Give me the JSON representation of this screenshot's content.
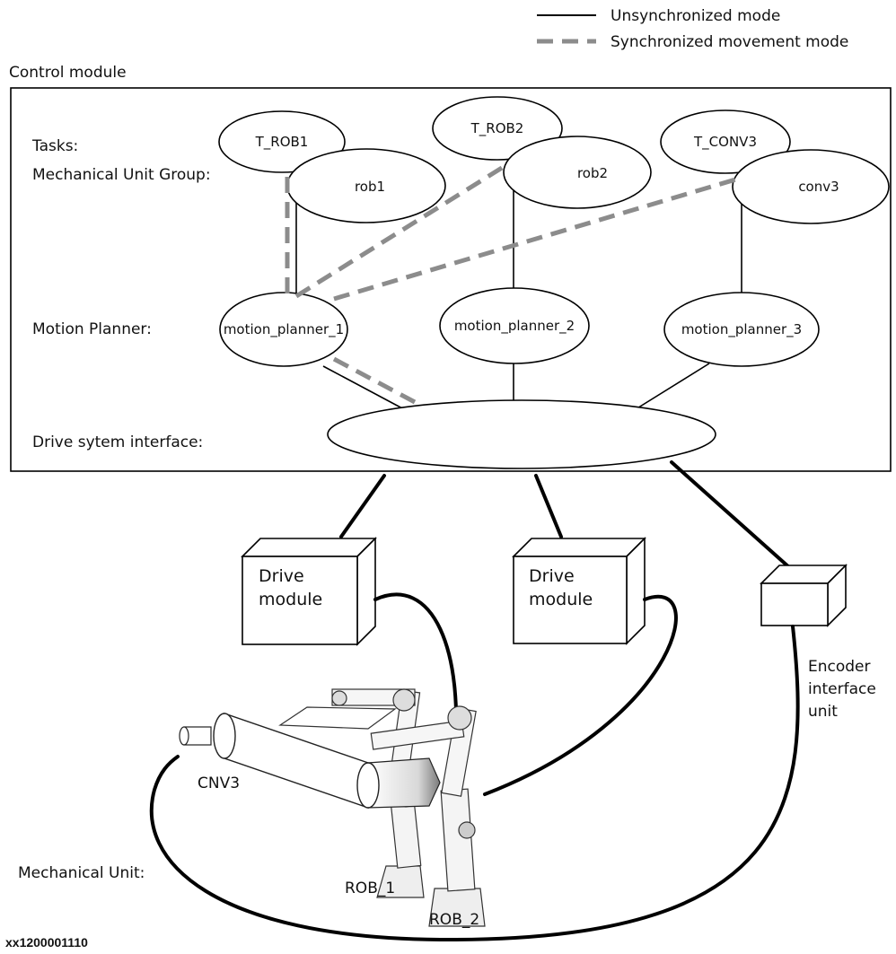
{
  "legend": {
    "unsync": "Unsynchronized mode",
    "sync": "Synchronized movement mode"
  },
  "control_module": {
    "title": "Control module",
    "row_labels": {
      "tasks": "Tasks:",
      "group": "Mechanical Unit Group:",
      "planner": "Motion Planner:",
      "drive": "Drive sytem interface:"
    },
    "tasks": [
      "T_ROB1",
      "T_ROB2",
      "T_CONV3"
    ],
    "groups": [
      "rob1",
      "rob2",
      "conv3"
    ],
    "planners": [
      "motion_planner_1",
      "motion_planner_2",
      "motion_planner_3"
    ]
  },
  "hardware": {
    "drive_module_1": [
      "Drive",
      "module"
    ],
    "drive_module_2": [
      "Drive",
      "module"
    ],
    "encoder": [
      "Encoder",
      "interface",
      "unit"
    ]
  },
  "mechanical": {
    "label": "Mechanical Unit:",
    "conveyor": "CNV3",
    "rob1": "ROB_1",
    "rob2": "ROB_2"
  },
  "figure_id": "xx1200001110"
}
